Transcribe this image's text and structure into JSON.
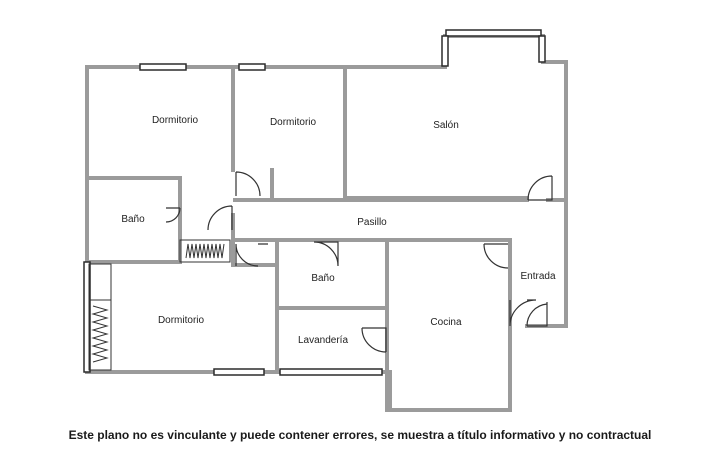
{
  "colors": {
    "wall": "#9b9b9b",
    "window": "#2b2b2b",
    "door": "#333333",
    "text": "#222222"
  },
  "rooms": [
    {
      "label": "Dormitorio"
    },
    {
      "label": "Dormitorio"
    },
    {
      "label": "Salón"
    },
    {
      "label": "Baño"
    },
    {
      "label": "Pasillo"
    },
    {
      "label": "Baño"
    },
    {
      "label": "Entrada"
    },
    {
      "label": "Dormitorio"
    },
    {
      "label": "Lavandería"
    },
    {
      "label": "Cocina"
    }
  ],
  "disclaimer": "Este plano no es vinculante y puede contener errores, se muestra a título informativo y no contractual"
}
